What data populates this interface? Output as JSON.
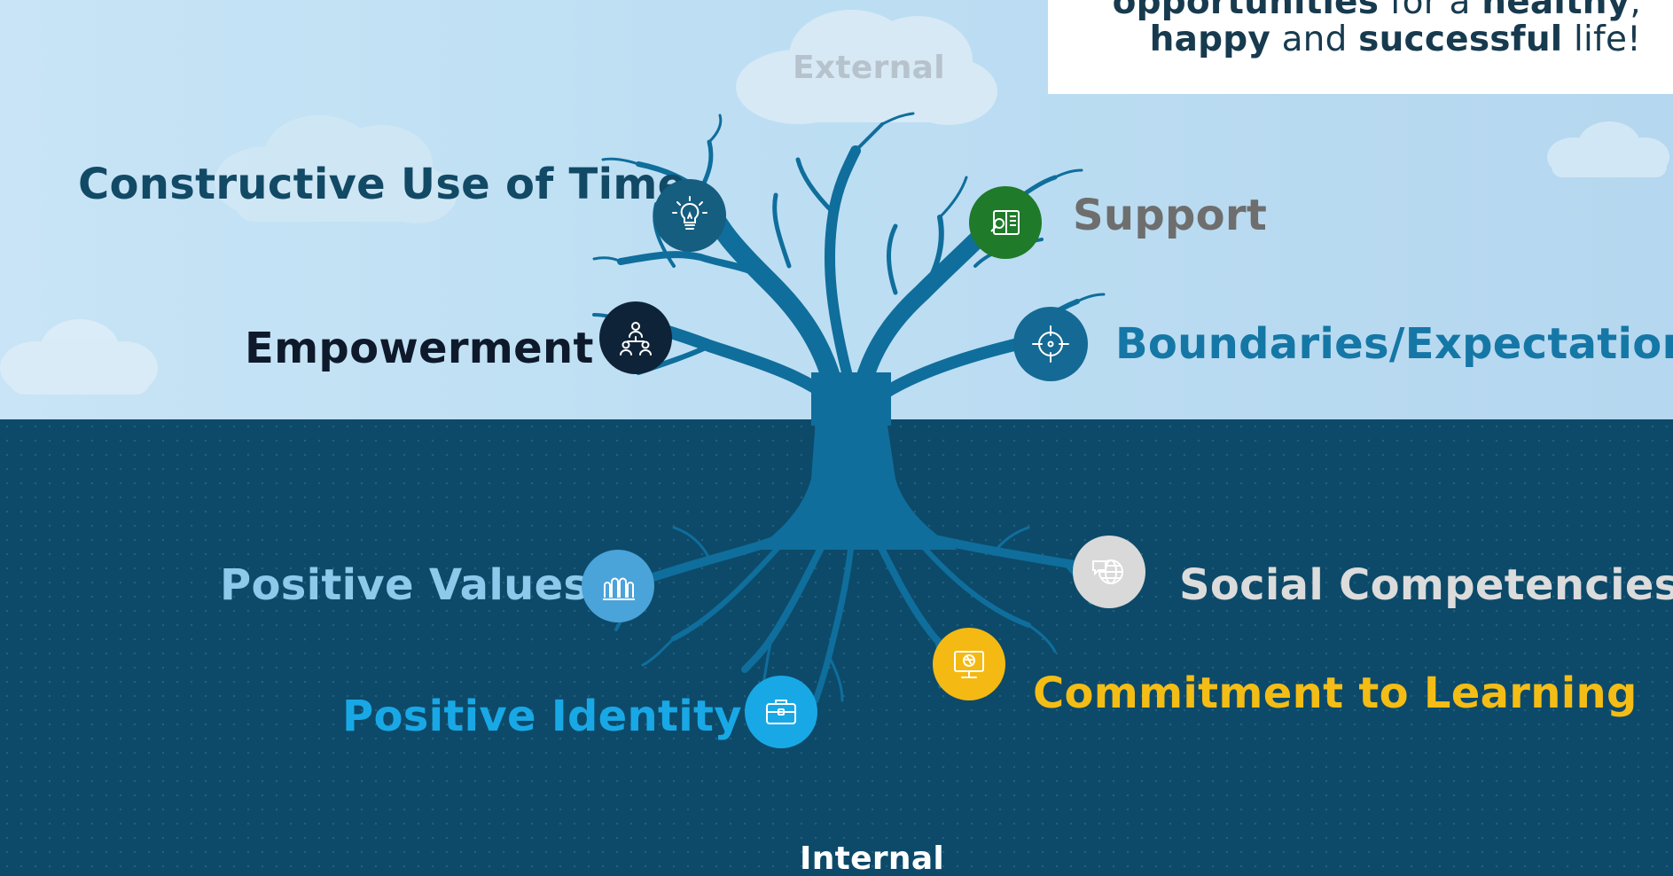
{
  "banner": {
    "line1": [
      {
        "text": "opportunities",
        "bold": true
      },
      {
        "text": " for a ",
        "bold": false
      },
      {
        "text": "healthy",
        "bold": true
      },
      {
        "text": ",",
        "bold": false
      }
    ],
    "line2": [
      {
        "text": "happy",
        "bold": true
      },
      {
        "text": " and ",
        "bold": false
      },
      {
        "text": "successful",
        "bold": true
      },
      {
        "text": " life!",
        "bold": false
      }
    ]
  },
  "external_label": "External",
  "internal_label": "Internal",
  "assets": [
    {
      "label": "Constructive Use of Time",
      "icon": "lightbulb-icon",
      "label_color": "#124a66",
      "circle_color": "#155e80"
    },
    {
      "label": "Support",
      "icon": "book-search-icon",
      "label_color": "#6e6e6e",
      "circle_color": "#1f7a2a"
    },
    {
      "label": "Empowerment",
      "icon": "people-hierarchy-icon",
      "label_color": "#0e1a2b",
      "circle_color": "#0f2338"
    },
    {
      "label": "Boundaries/Expectations",
      "icon": "target-crosshair-icon",
      "label_color": "#1577a6",
      "circle_color": "#146a94"
    },
    {
      "label": "Positive Values",
      "icon": "pillars-icon",
      "label_color": "#8dc9eb",
      "circle_color": "#4aa3d9"
    },
    {
      "label": "Social Competencies",
      "icon": "globe-speech-icon",
      "label_color": "#dcdcdc",
      "circle_color": "#d9d9d9"
    },
    {
      "label": "Commitment to Learning",
      "icon": "computer-learning-icon",
      "label_color": "#f4bd16",
      "circle_color": "#f4b912"
    },
    {
      "label": "Positive Identity",
      "icon": "briefcase-icon",
      "label_color": "#19a8e6",
      "circle_color": "#19a8e6"
    }
  ],
  "colors": {
    "sky": "#c2e1f4",
    "ground": "#0d4a69",
    "tree": "#0f6e9c",
    "external_text": "#b7c3cc",
    "internal_text": "#ffffff"
  }
}
